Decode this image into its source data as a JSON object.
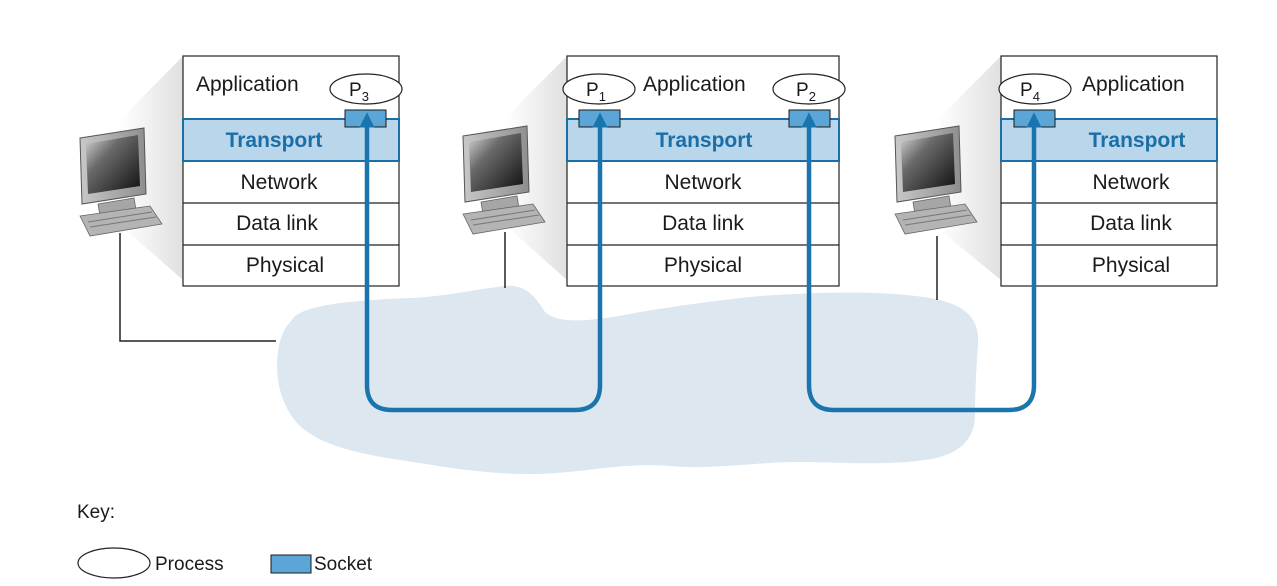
{
  "layers": {
    "application": "Application",
    "transport": "Transport",
    "network": "Network",
    "datalink": "Data link",
    "physical": "Physical"
  },
  "processes": {
    "p1": {
      "base": "P",
      "sub": "1"
    },
    "p2": {
      "base": "P",
      "sub": "2"
    },
    "p3": {
      "base": "P",
      "sub": "3"
    },
    "p4": {
      "base": "P",
      "sub": "4"
    }
  },
  "key": {
    "title": "Key:",
    "process": "Process",
    "socket": "Socket"
  },
  "colors": {
    "transport_fill": "#b9d6ea",
    "transport_border": "#1a6fa8",
    "transport_text": "#1a6fa8",
    "socket_fill": "#5ba6d6",
    "connection": "#1a74ae",
    "cloud": "#dde7f0",
    "shadow": "#e3e3e3"
  }
}
